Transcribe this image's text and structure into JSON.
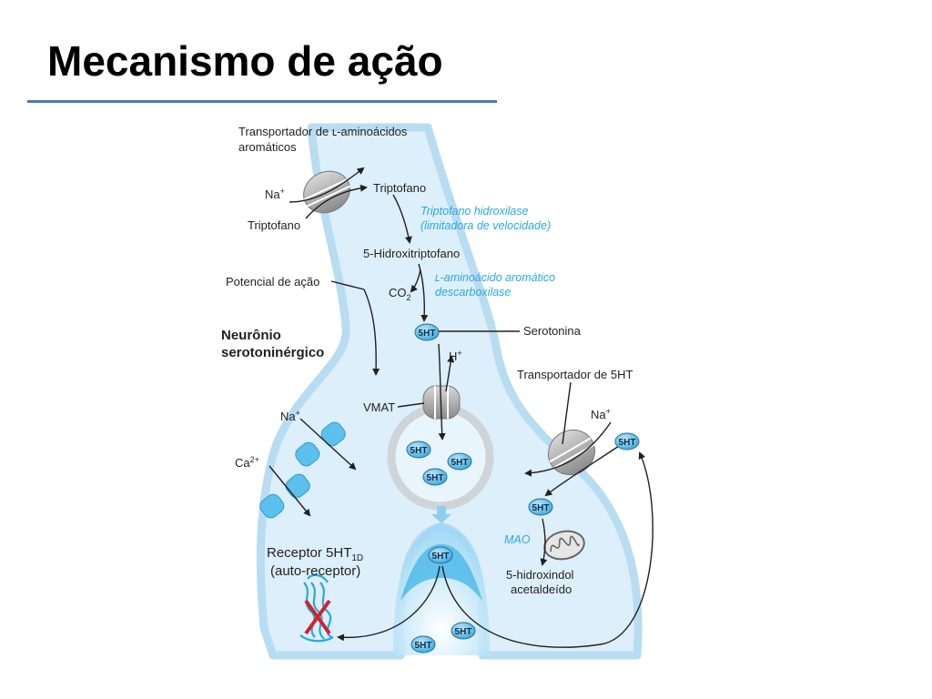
{
  "title": "Mecanismo de ação",
  "colors": {
    "title_rule": "#4a7ab7",
    "neuron_fill": "#ddeffa",
    "neuron_outline": "#b8dcf2",
    "enzyme_text": "#29a8e0",
    "molecule_5ht": "#6cc3ea",
    "channel": "#5bc1ec",
    "transporter": "#9b9b9b",
    "block_x": "#d2232a"
  },
  "diagram": {
    "labels": {
      "aat_transporter_1": "Transportador de ʟ-aminoácidos",
      "aat_transporter_2": "aromáticos",
      "na_top": "Na",
      "na_top_sup": "+",
      "tryptophan_out": "Triptofano",
      "tryptophan_in": "Triptofano",
      "tph_1": "Triptofano hidroxilase",
      "tph_2": "(limitadora de velocidade)",
      "five_htp": "5-Hidroxitriptofano",
      "aadc_1": "ʟ-aminoácido aromático",
      "aadc_2": "descarboxilase",
      "co2": "CO",
      "co2_sub": "2",
      "action_potential": "Potencial de ação",
      "neuron_1": "Neurônio",
      "neuron_2": "serotoninérgico",
      "serotonin": "Serotonina",
      "h_plus": "H",
      "h_plus_sup": "+",
      "vmat": "VMAT",
      "sert": "Transportador de 5HT",
      "na_mid": "Na",
      "na_mid_sup": "+",
      "na_right": "Na",
      "na_right_sup": "+",
      "ca": "Ca",
      "ca_sup": "2+",
      "mao": "MAO",
      "receptor_1": "Receptor 5HT",
      "receptor_sub": "1D",
      "receptor_2": "(auto-receptor)",
      "metabolite_1": "5-hidroxindol",
      "metabolite_2": "acetaldeído",
      "molecule": "5HT"
    },
    "icons": [
      "aat-transporter-icon",
      "vmat-icon",
      "sert-icon",
      "sodium-channel-icon",
      "calcium-channel-icon",
      "mitochondrion-icon",
      "receptor-icon",
      "block-x-icon"
    ]
  }
}
